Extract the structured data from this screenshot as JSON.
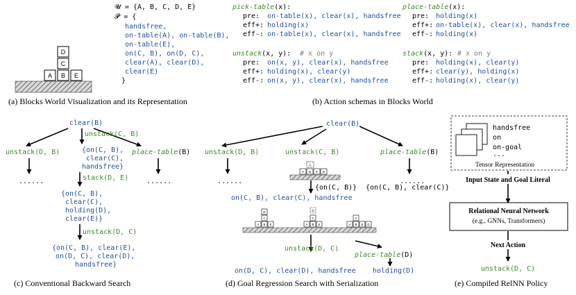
{
  "colors": {
    "action": "#3a8a2a",
    "predicate": "#1f4e9c",
    "comment": "#7a7a7a",
    "text": "#000000"
  },
  "panel_a": {
    "caption": "(a) Blocks World Visualization and its Representation",
    "objects_line": "𝓤 = {A, B, C, D, E}",
    "state_open": "𝓟 = {",
    "state_lines": [
      "handsfree,",
      "on-table(A), on-table(B),",
      "on-table(E),",
      "on(C, B), on(D, C),",
      "clear(A), clear(D),",
      "clear(E)"
    ],
    "state_close": "}",
    "blocks": [
      "A",
      "B",
      "E",
      "C",
      "D"
    ]
  },
  "panel_b": {
    "caption": "(b) Action schemas in Blocks World",
    "pick_table": {
      "name": "pick-table",
      "args": "(x):",
      "pre_label": "pre:",
      "pre": "on-table(x), clear(x), handsfree",
      "add_label": "eff+:",
      "add": "holding(x)",
      "del_label": "eff-:",
      "del": "on-table(x), clear(x), handsfree"
    },
    "place_table": {
      "name": "place-table",
      "args": "(x):",
      "pre_label": "pre:",
      "pre": "holding(x)",
      "add_label": "eff+:",
      "add": "on-table(x), clear(x), handsfree",
      "del_label": "eff-:",
      "del": "holding(x)"
    },
    "unstack": {
      "name": "unstack",
      "args": "(x, y):",
      "comment": "# x on y",
      "pre_label": "pre:",
      "pre": "on(x, y), clear(x), handsfree",
      "add_label": "eff+:",
      "add": "holding(x), clear(y)",
      "del_label": "eff-:",
      "del": "on(x, y), clear(x), handsfree"
    },
    "stack": {
      "name": "stack",
      "args": "(x, y):",
      "comment": "# x on y",
      "pre_label": "pre:",
      "pre": "holding(x), clear(y)",
      "add_label": "eff+:",
      "add": "clear(y), holding(x)",
      "del_label": "eff-:",
      "del": "holding(x), clear(y)"
    }
  },
  "panel_c": {
    "caption": "(c) Conventional Backward Search",
    "root": "clear(B)",
    "edge_root": "unstack(C, B)",
    "left_child": "unstack(D, B)",
    "right_child_name": "place-table",
    "right_child_args": "(B)",
    "mid_state": [
      "{on(C, B),",
      "clear(C),",
      "handsfree}"
    ],
    "edge_mid": "stack(D, E)",
    "state2": [
      "{on(C, B),",
      "clear(C),",
      "holding(D),",
      "clear(E)}"
    ],
    "edge_2": "unstack(D, C)",
    "state3": [
      "{on(C, B), clear(E),",
      "on(D, C), clear(D),",
      "handsfree}"
    ],
    "dots": "......"
  },
  "panel_d": {
    "caption": "(d) Goal Regression Search with Serialization",
    "root": "clear(B)",
    "left_child": "unstack(D, B)",
    "mid_child": "unstack(C, B)",
    "right_child_name": "place-table",
    "right_child_args": "(B)",
    "dots": "......",
    "sub_goal_1": "{on(C, B)}",
    "sub_goal_2": "{on(C, B), clear(C)}",
    "goal_line": "on(C, B), clear(C), handsfree",
    "edge_bottom": "unstack(D, C)",
    "edge_right_name": "place-table",
    "edge_right_args": "(D)",
    "bottom_state": "on(D, C), clear(D), handsfree",
    "bottom_right": "holding(D)",
    "mini_blocks": [
      "A",
      "B",
      "E",
      "C",
      "D"
    ]
  },
  "panel_e": {
    "caption": "(e) Compiled RelNN Policy",
    "tensor_labels": [
      "handsfree",
      "on",
      "on-goal",
      "..."
    ],
    "tensor_title": "Tensor Representation",
    "input_label": "Input State and Goal Literal",
    "network_title": "Relational Neural Network",
    "network_sub": "(e.g., GNNs, Transformers)",
    "next_action_label": "Next Action",
    "next_action": "unstack(D, C)"
  }
}
